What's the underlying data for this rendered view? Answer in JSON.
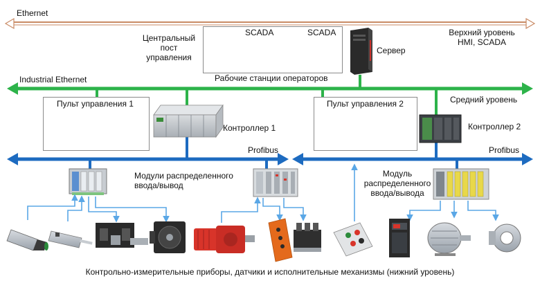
{
  "buses": {
    "ethernet": {
      "label": "Ethernet",
      "color": "#c98a64"
    },
    "industrial_ethernet": {
      "label": "Industrial Ethernet",
      "color": "#2db34a"
    },
    "profibus_left": {
      "label": "Profibus",
      "color": "#1d6bc0"
    },
    "profibus_right": {
      "label": "Profibus",
      "color": "#1d6bc0"
    }
  },
  "levels": {
    "upper": "Верхний уровень\nHMI, SCADA",
    "middle": "Средний уровень",
    "lower": "Контрольно-измерительные приборы, датчики и исполнительные механизмы (нижний уровень)"
  },
  "central_post": "Центральный\nпост\nуправления",
  "workstations": {
    "caption": "Рабочие станции операторов",
    "scada_1": "SCADA",
    "scada_2": "SCADA"
  },
  "server": "Сервер",
  "panel_1": "Пульт управления 1",
  "panel_2": "Пульт управления 2",
  "controller_1": "Контроллер 1",
  "controller_2": "Контроллер 2",
  "modules_left": "Модули распределенного\nввода/вывод",
  "modules_right": "Модуль\nраспределенного\nввода/вывода",
  "colors": {
    "signal": "#5aa7e6",
    "device_red": "#d8342a",
    "device_orange": "#e46a1c",
    "device_dark": "#2a2a2a",
    "device_grey": "#9aa0a6",
    "module_green": "#7ec47e",
    "module_yellow": "#e8d84a"
  }
}
